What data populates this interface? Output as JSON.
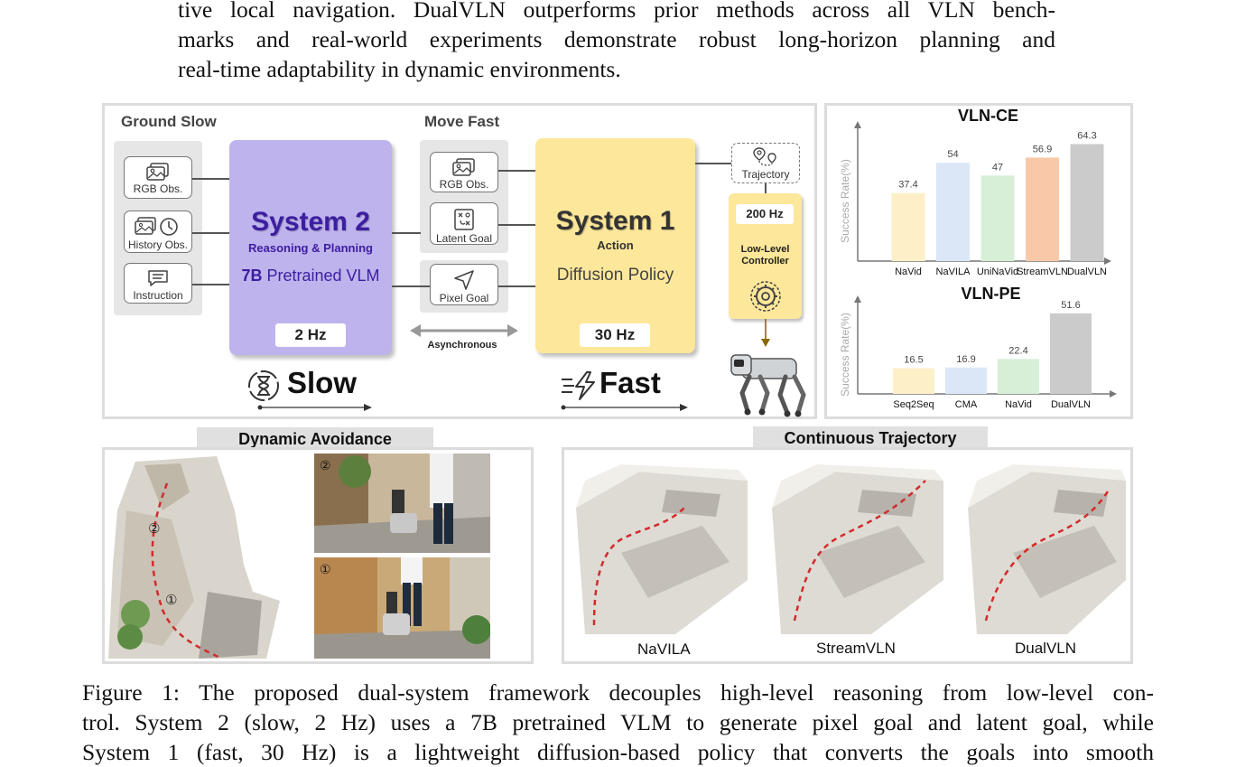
{
  "intro_lines": [
    "tive local navigation. DualVLN outperforms prior methods across all VLN bench-",
    "marks and real-world experiments demonstrate robust long-horizon planning and",
    "real-time adaptability in dynamic environments."
  ],
  "diagram": {
    "ground_slow": "Ground Slow",
    "move_fast": "Move Fast",
    "inputs_left": [
      "RGB Obs.",
      "History Obs.",
      "Instruction"
    ],
    "inputs_mid": [
      "RGB Obs.",
      "Latent Goal",
      "Pixel Goal"
    ],
    "system2": {
      "title": "System 2",
      "subtitle": "Reasoning & Planning",
      "model_bold": "7B",
      "model_rest": " Pretrained VLM",
      "hz": "2 Hz"
    },
    "system1": {
      "title": "System 1",
      "subtitle": "Action",
      "model": "Diffusion Policy",
      "hz": "30 Hz"
    },
    "asynchronous": "Asynchronous",
    "trajectory": "Trajectory",
    "controller": {
      "hz": "200 Hz",
      "label_line1": "Low-Level",
      "label_line2": "Controller"
    },
    "slow": "Slow",
    "fast": "Fast"
  },
  "chart_data": [
    {
      "type": "bar",
      "title": "VLN-CE",
      "ylabel": "Success Rate(%)",
      "categories": [
        "NaVid",
        "NaVILA",
        "UniNaVid",
        "StreamVLN",
        "DualVLN"
      ],
      "values": [
        37.4,
        54,
        47,
        56.9,
        64.3
      ],
      "value_labels": [
        "37.4",
        "54",
        "47",
        "56.9",
        "64.3"
      ],
      "colors": [
        "#fdf0c8",
        "#dbe7f7",
        "#d7efd7",
        "#f8c8a8",
        "#cbcbcb"
      ],
      "ylim": [
        0,
        70
      ]
    },
    {
      "type": "bar",
      "title": "VLN-PE",
      "ylabel": "Success Rate(%)",
      "categories": [
        "Seq2Seq",
        "CMA",
        "NaVid",
        "DualVLN"
      ],
      "values": [
        16.5,
        16.9,
        22.4,
        51.6
      ],
      "value_labels": [
        "16.5",
        "16.9",
        "22.4",
        "51.6"
      ],
      "colors": [
        "#fdf0c8",
        "#dbe7f7",
        "#d7efd7",
        "#cbcbcb"
      ],
      "ylim": [
        0,
        55
      ]
    }
  ],
  "dynamic": {
    "title": "Dynamic Avoidance",
    "markers": [
      "②",
      "①"
    ]
  },
  "continuous": {
    "title": "Continuous Trajectory",
    "labels": [
      "NaVILA",
      "StreamVLN",
      "DualVLN"
    ]
  },
  "caption_lines": [
    "Figure 1: The proposed dual-system framework decouples high-level reasoning from low-level con-",
    "trol. System 2 (slow, 2 Hz) uses a 7B pretrained VLM to generate pixel goal and latent goal, while",
    "System 1 (fast, 30 Hz) is a lightweight diffusion-based policy that converts the goals into smooth"
  ]
}
